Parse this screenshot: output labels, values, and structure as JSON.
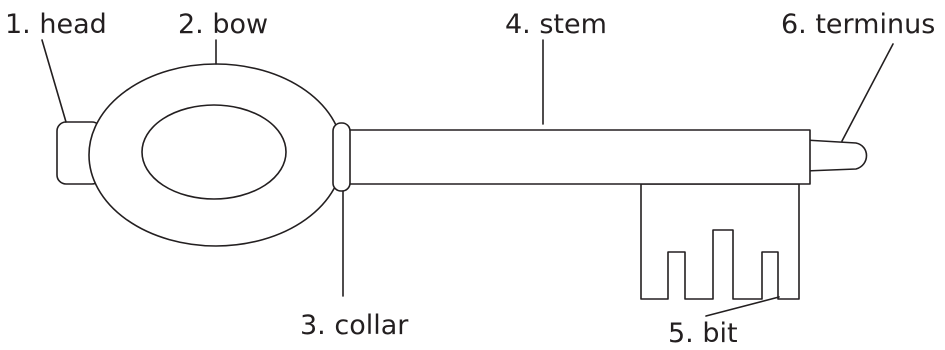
{
  "labels": {
    "head": "1. head",
    "bow": "2. bow",
    "collar": "3. collar",
    "stem": "4. stem",
    "bit": "5. bit",
    "terminus": "6. terminus"
  },
  "colors": {
    "line": "#231f20",
    "fill": "#ffffff",
    "background": "#ffffff"
  }
}
